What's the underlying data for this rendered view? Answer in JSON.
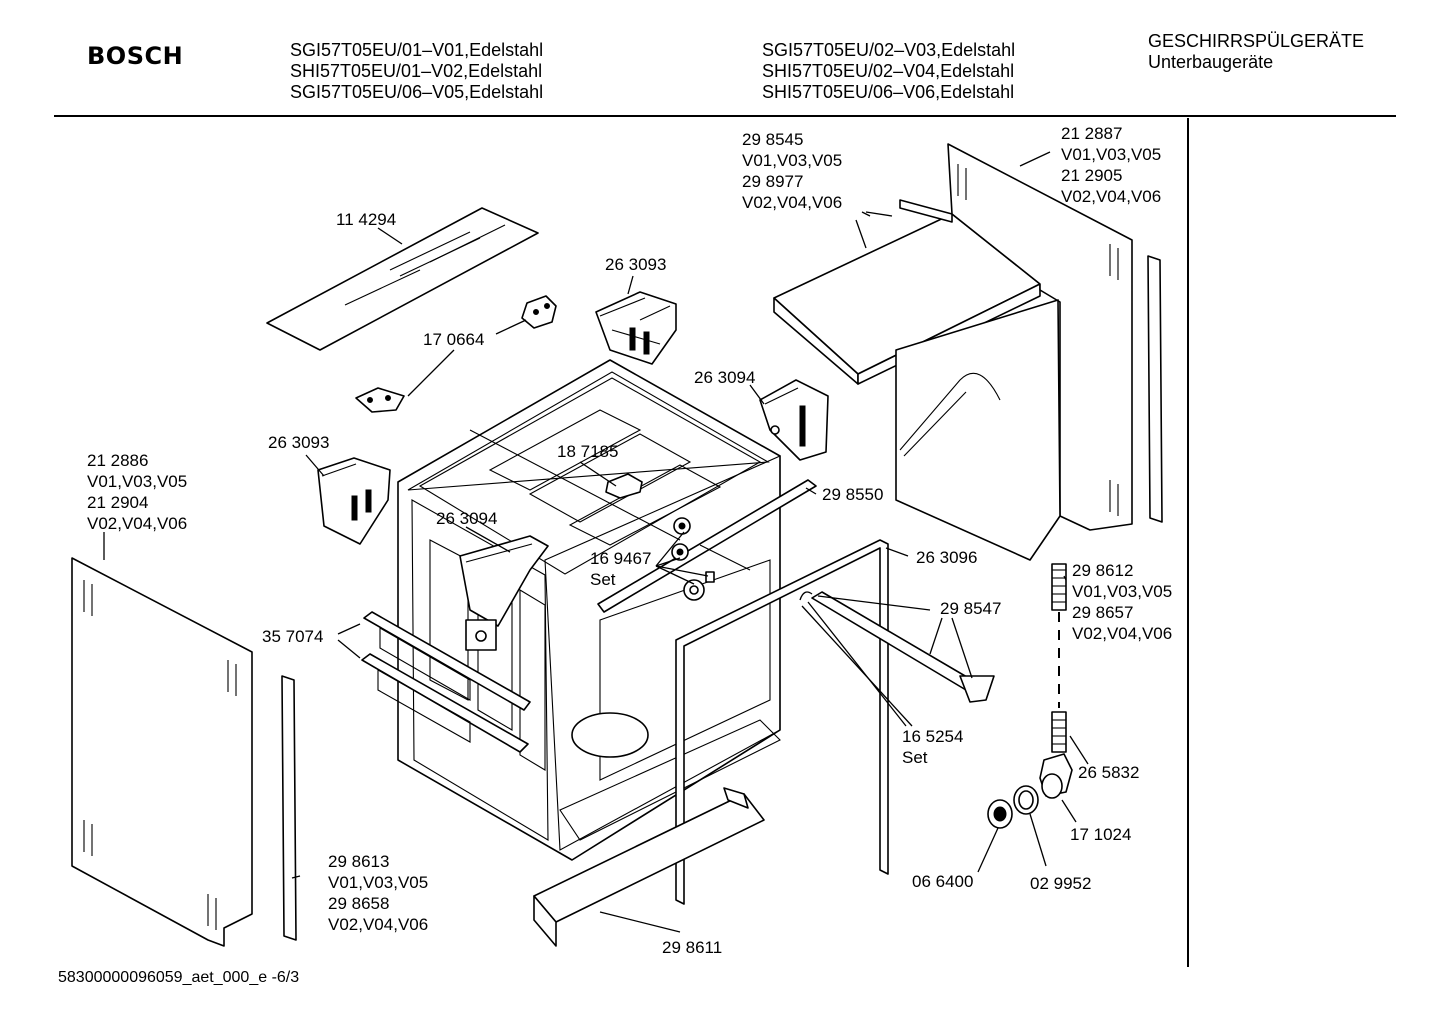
{
  "header": {
    "brand": "BOSCH",
    "models_left": [
      "SGI57T05EU/01–V01,Edelstahl",
      "SHI57T05EU/01–V02,Edelstahl",
      "SGI57T05EU/06–V05,Edelstahl"
    ],
    "models_right": [
      "SGI57T05EU/02–V03,Edelstahl",
      "SHI57T05EU/02–V04,Edelstahl",
      "SHI57T05EU/06–V06,Edelstahl"
    ],
    "category": [
      "GESCHIRRSPÜLGERÄTE",
      "Unterbaugeräte"
    ]
  },
  "callouts": {
    "p114294": [
      "11 4294"
    ],
    "p170664": [
      "17 0664"
    ],
    "p263093a": [
      "26 3093"
    ],
    "p263093b": [
      "26 3093"
    ],
    "p263094a": [
      "26 3094"
    ],
    "p263094b": [
      "26 3094"
    ],
    "p187185": [
      "18 7185"
    ],
    "p298545": [
      "29 8545",
      "V01,V03,V05",
      "29 8977",
      "V02,V04,V06"
    ],
    "p212887": [
      "21 2887",
      "V01,V03,V05",
      "21 2905",
      "V02,V04,V06"
    ],
    "p212886": [
      "21 2886",
      "V01,V03,V05",
      "21 2904",
      "V02,V04,V06"
    ],
    "p298550": [
      "29 8550"
    ],
    "p169467": [
      "16 9467",
      "Set"
    ],
    "p263096": [
      "26 3096"
    ],
    "p298612": [
      "29 8612",
      "V01,V03,V05",
      "29 8657",
      "V02,V04,V06"
    ],
    "p298547": [
      "29 8547"
    ],
    "p357074": [
      "35 7074"
    ],
    "p165254": [
      "16 5254",
      "Set"
    ],
    "p265832": [
      "26 5832"
    ],
    "p171024": [
      "17 1024"
    ],
    "p066400": [
      "06 6400"
    ],
    "p029952": [
      "02 9952"
    ],
    "p298613": [
      "29 8613",
      "V01,V03,V05",
      "29 8658",
      "V02,V04,V06"
    ],
    "p298611": [
      "29 8611"
    ]
  },
  "footer": {
    "doc_id": "58300000096059_aet_000_e",
    "page": "-6/3"
  }
}
